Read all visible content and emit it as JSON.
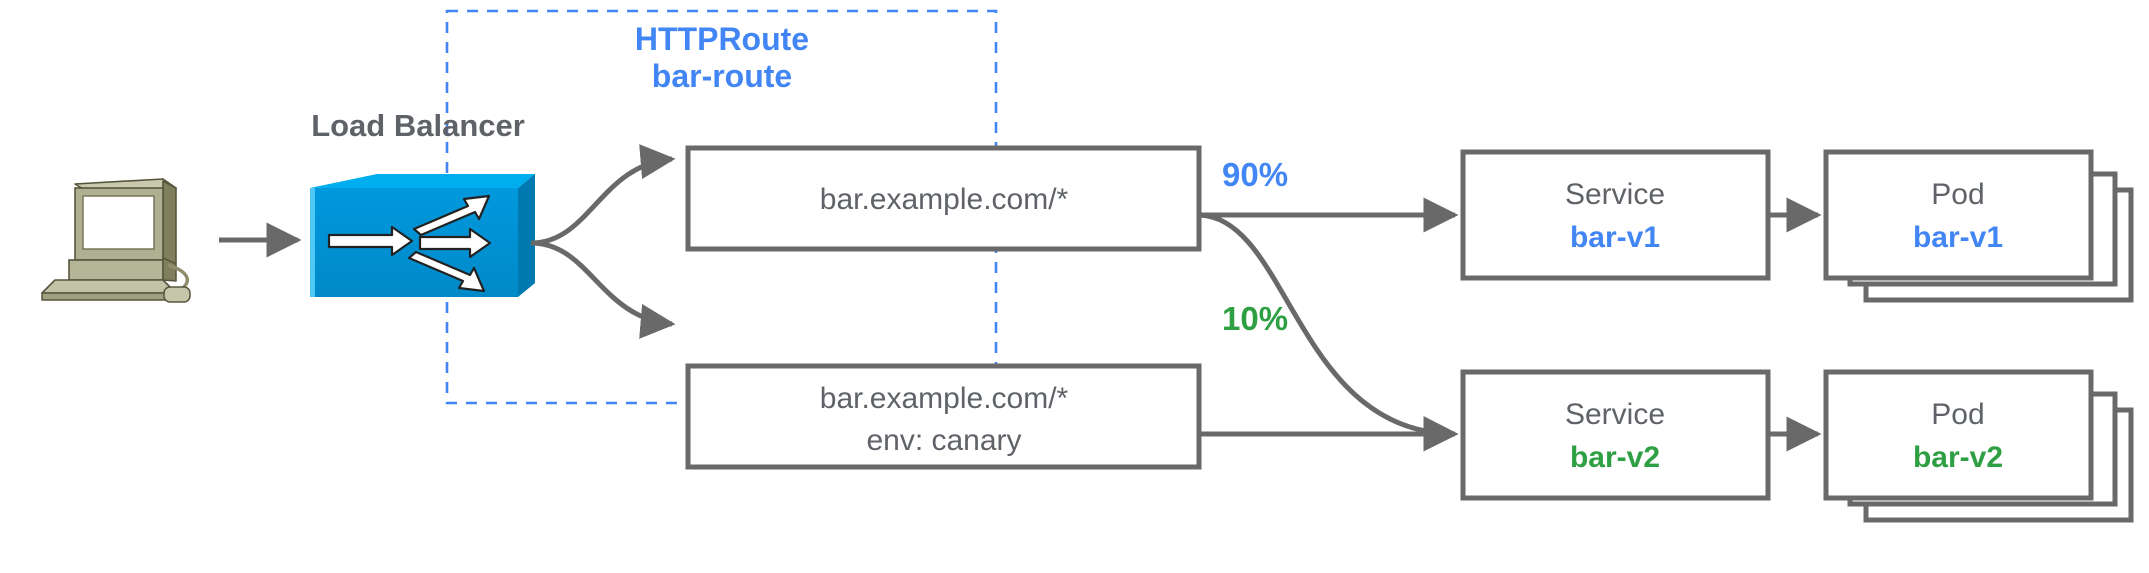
{
  "diagram": {
    "title": "HTTPRoute traffic splitting canary diagram",
    "colors": {
      "blue": "#4285F4",
      "green": "#2EA043",
      "gray_stroke": "#696969",
      "gray_text": "#5F6368",
      "lb_face": "#0091D5",
      "lb_top": "#00A6E8",
      "lb_side": "#00699C",
      "client_body": "#AEAE91",
      "client_top": "#C3C3A6",
      "client_dark": "#7A7A58"
    },
    "group": {
      "name": "httproute-group",
      "title_line1": "HTTPRoute",
      "title_line2": "bar-route",
      "border_style": "dashed",
      "border_color": "#4285F4"
    },
    "client": {
      "icon": "workstation-icon",
      "label": ""
    },
    "load_balancer": {
      "icon": "load-balancer-icon",
      "label": "Load Balancer"
    },
    "routes": [
      {
        "id": "route-primary",
        "line1": "bar.example.com/*",
        "line2": ""
      },
      {
        "id": "route-canary",
        "line1": "bar.example.com/*",
        "line2": "env: canary"
      }
    ],
    "weights": [
      {
        "id": "weight-90",
        "value": "90%",
        "color": "#4285F4"
      },
      {
        "id": "weight-10",
        "value": "10%",
        "color": "#2EA043"
      }
    ],
    "services": [
      {
        "id": "service-bar-v1",
        "kind": "Service",
        "name": "bar-v1",
        "color": "#4285F4"
      },
      {
        "id": "service-bar-v2",
        "kind": "Service",
        "name": "bar-v2",
        "color": "#2EA043"
      }
    ],
    "pods": [
      {
        "id": "pod-bar-v1",
        "kind": "Pod",
        "name": "bar-v1",
        "color": "#4285F4",
        "stack_count": 3
      },
      {
        "id": "pod-bar-v2",
        "kind": "Pod",
        "name": "bar-v2",
        "color": "#2EA043",
        "stack_count": 3
      }
    ]
  }
}
